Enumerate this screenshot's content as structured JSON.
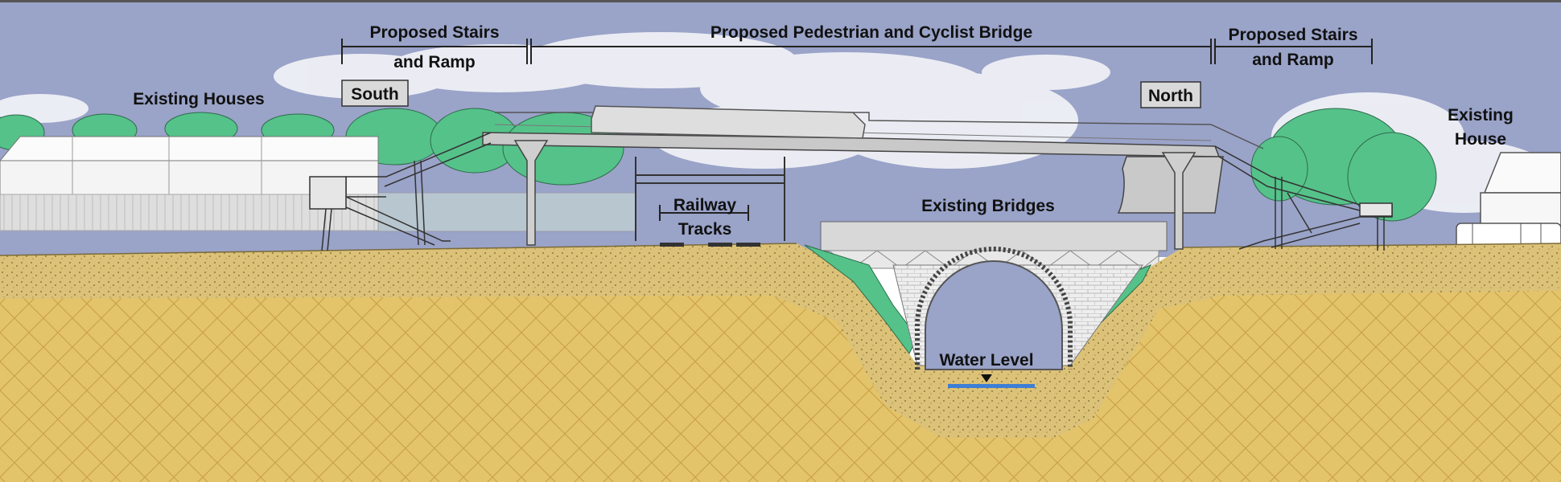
{
  "labels": {
    "south_stairs": [
      "Proposed Stairs",
      "and Ramp"
    ],
    "bridge": "Proposed Pedestrian and Cyclist Bridge",
    "north_stairs": [
      "Proposed Stairs",
      "and Ramp"
    ],
    "existing_houses": "Existing Houses",
    "south": "South",
    "north": "North",
    "existing_house": [
      "Existing",
      "House"
    ],
    "railway_tracks": [
      "Railway",
      "Tracks"
    ],
    "existing_bridges": "Existing Bridges",
    "water_level": "Water Level"
  },
  "colors": {
    "sky": "#9aa3c8",
    "cloud": "#f2f3f7",
    "ground": "#e4c46a",
    "ground_pattern": "#c9a24a",
    "topsoil": "#d9c079",
    "tree": "#55c28a",
    "bridge_deck": "#c9c9c9",
    "water": "#3d7fd6"
  }
}
